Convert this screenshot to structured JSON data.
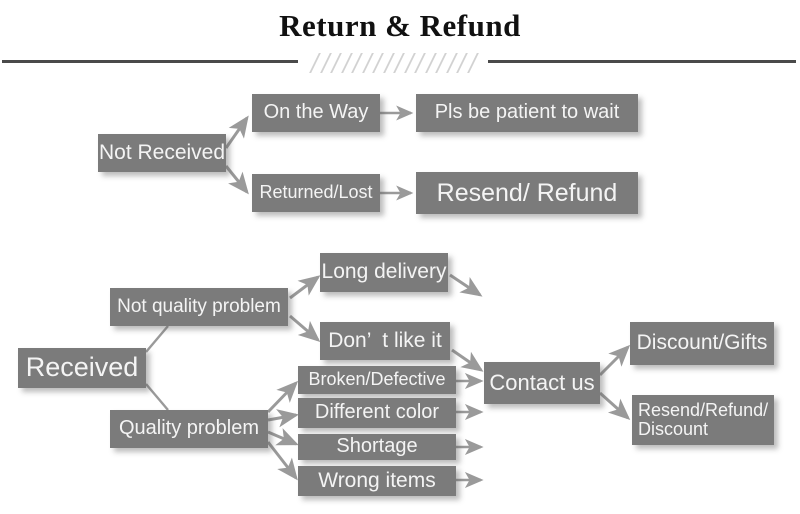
{
  "header": {
    "title": "Return & Refund",
    "divider_icon": "diagonal-hatch-divider",
    "hatch_count": 16
  },
  "colors": {
    "node_fill": "#7b7b7b",
    "node_text": "#f4f4f4",
    "arrow": "#9a9a9a",
    "rule": "#4a4a4a",
    "hatch": "#d2d2d2",
    "background": "#ffffff"
  },
  "diagram": {
    "type": "flowchart",
    "branches": [
      {
        "id": "not-received",
        "root": "Not Received",
        "paths": [
          {
            "status": "On the Way",
            "resolution": "Pls be patient to wait"
          },
          {
            "status": "Returned/Lost",
            "resolution": "Resend/ Refund"
          }
        ]
      },
      {
        "id": "received",
        "root": "Received",
        "categories": [
          {
            "label": "Not quality problem",
            "reasons": [
              "Long delivery",
              "Don’  t like it"
            ]
          },
          {
            "label": "Quality problem",
            "reasons": [
              "Broken/Defective",
              "Different color",
              "Shortage",
              "Wrong items"
            ]
          }
        ],
        "funnel": "Contact us",
        "outcomes": [
          "Discount/Gifts",
          "Resend/Refund/\nDiscount"
        ]
      }
    ]
  },
  "nodes": {
    "not_received": "Not Received",
    "on_the_way": "On the Way",
    "pls_be_patient": "Pls be patient to wait",
    "returned_lost": "Returned/Lost",
    "resend_refund": "Resend/ Refund",
    "received": "Received",
    "not_quality_problem": "Not quality problem",
    "quality_problem": "Quality problem",
    "long_delivery": "Long delivery",
    "dont_like_it": "Don’  t like it",
    "broken_defective": "Broken/Defective",
    "different_color": "Different color",
    "shortage": "Shortage",
    "wrong_items": "Wrong items",
    "contact_us": "Contact us",
    "discount_gifts": "Discount/Gifts",
    "resend_refund_discount": "Resend/Refund/\nDiscount"
  }
}
